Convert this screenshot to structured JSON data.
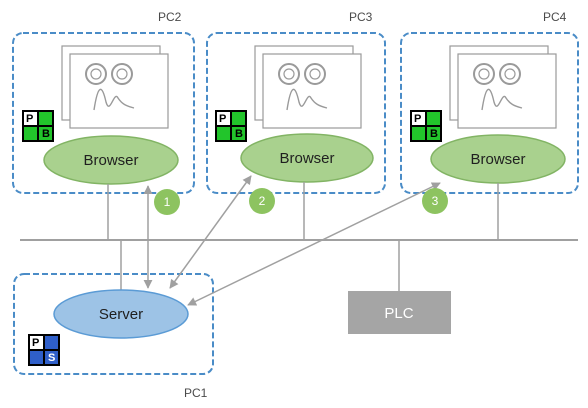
{
  "pcs": [
    {
      "label": "PC2",
      "browser": "Browser",
      "icon_letters": [
        "P",
        "B"
      ]
    },
    {
      "label": "PC3",
      "browser": "Browser",
      "icon_letters": [
        "P",
        "B"
      ]
    },
    {
      "label": "PC4",
      "browser": "Browser",
      "icon_letters": [
        "P",
        "B"
      ]
    }
  ],
  "server_pc": {
    "label": "PC1",
    "node": "Server",
    "icon_letters": [
      "P",
      "S"
    ]
  },
  "plc": {
    "label": "PLC"
  },
  "connections": [
    {
      "badge": "1"
    },
    {
      "badge": "2"
    },
    {
      "badge": "3"
    }
  ],
  "colors": {
    "dashed_border": "#4a8cc7",
    "browser_fill": "#a9d18e",
    "browser_stroke": "#82b464",
    "server_fill": "#9dc3e6",
    "server_stroke": "#5b9bd5",
    "plc_fill": "#a5a5a5",
    "badge_fill": "#8dc360",
    "line": "#a0a0a0",
    "icon_green": "#22c52b",
    "icon_blue": "#2f5fc9"
  }
}
